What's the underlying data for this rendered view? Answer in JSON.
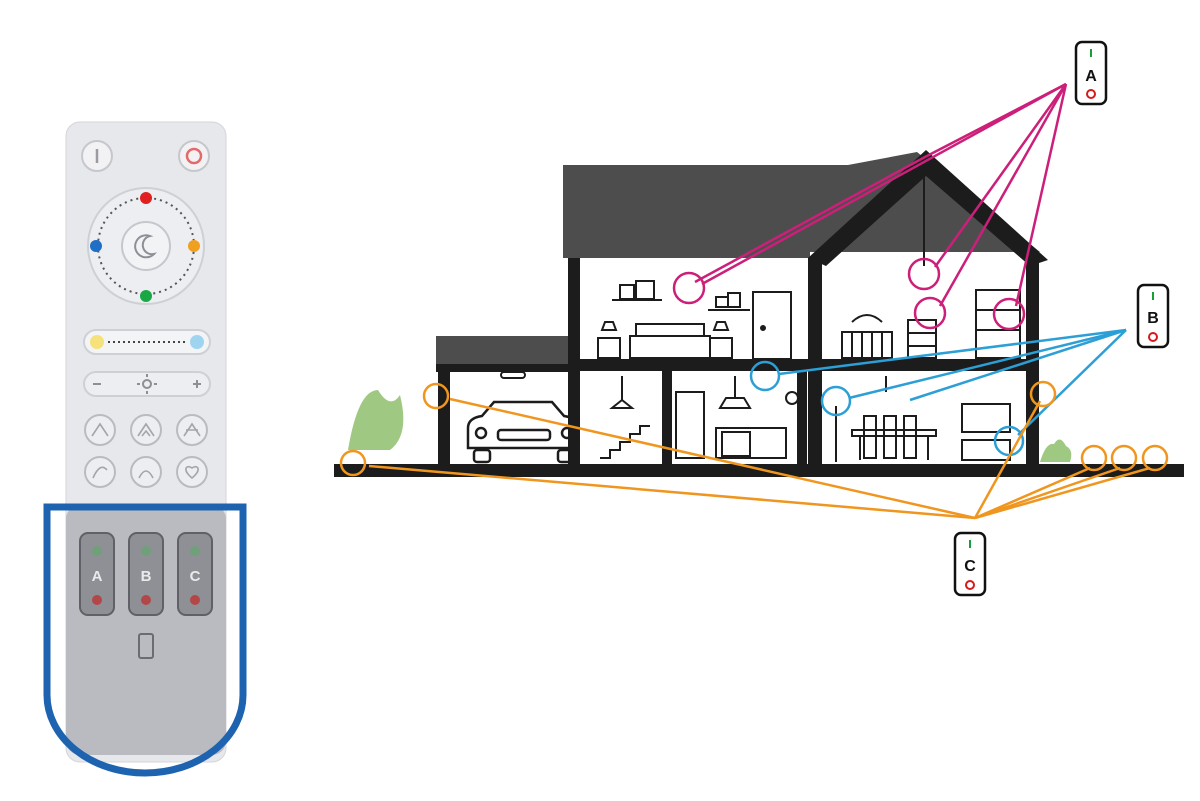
{
  "remote": {
    "zone_buttons": [
      {
        "label": "A"
      },
      {
        "label": "B"
      },
      {
        "label": "C"
      }
    ]
  },
  "zones": {
    "a": {
      "label": "A",
      "color": "#cc1f7a"
    },
    "b": {
      "label": "B",
      "color": "#2b9fd6"
    },
    "c": {
      "label": "C",
      "color": "#f0961f"
    }
  },
  "colors": {
    "remote_body": "#e7e8ec",
    "remote_highlight": "#1e63b0",
    "house_wall": "#1c1c1c",
    "roof": "#4d4d4d",
    "ground": "#1c1c1c",
    "on_indicator": "#1a9e3a",
    "off_indicator": "#d61a1a"
  },
  "icons": {
    "remote_power_on": "power-on-icon",
    "remote_power_off": "power-off-icon",
    "remote_night": "moon-icon",
    "remote_brightness": "sun-icon",
    "remote_mobile": "phone-icon"
  }
}
